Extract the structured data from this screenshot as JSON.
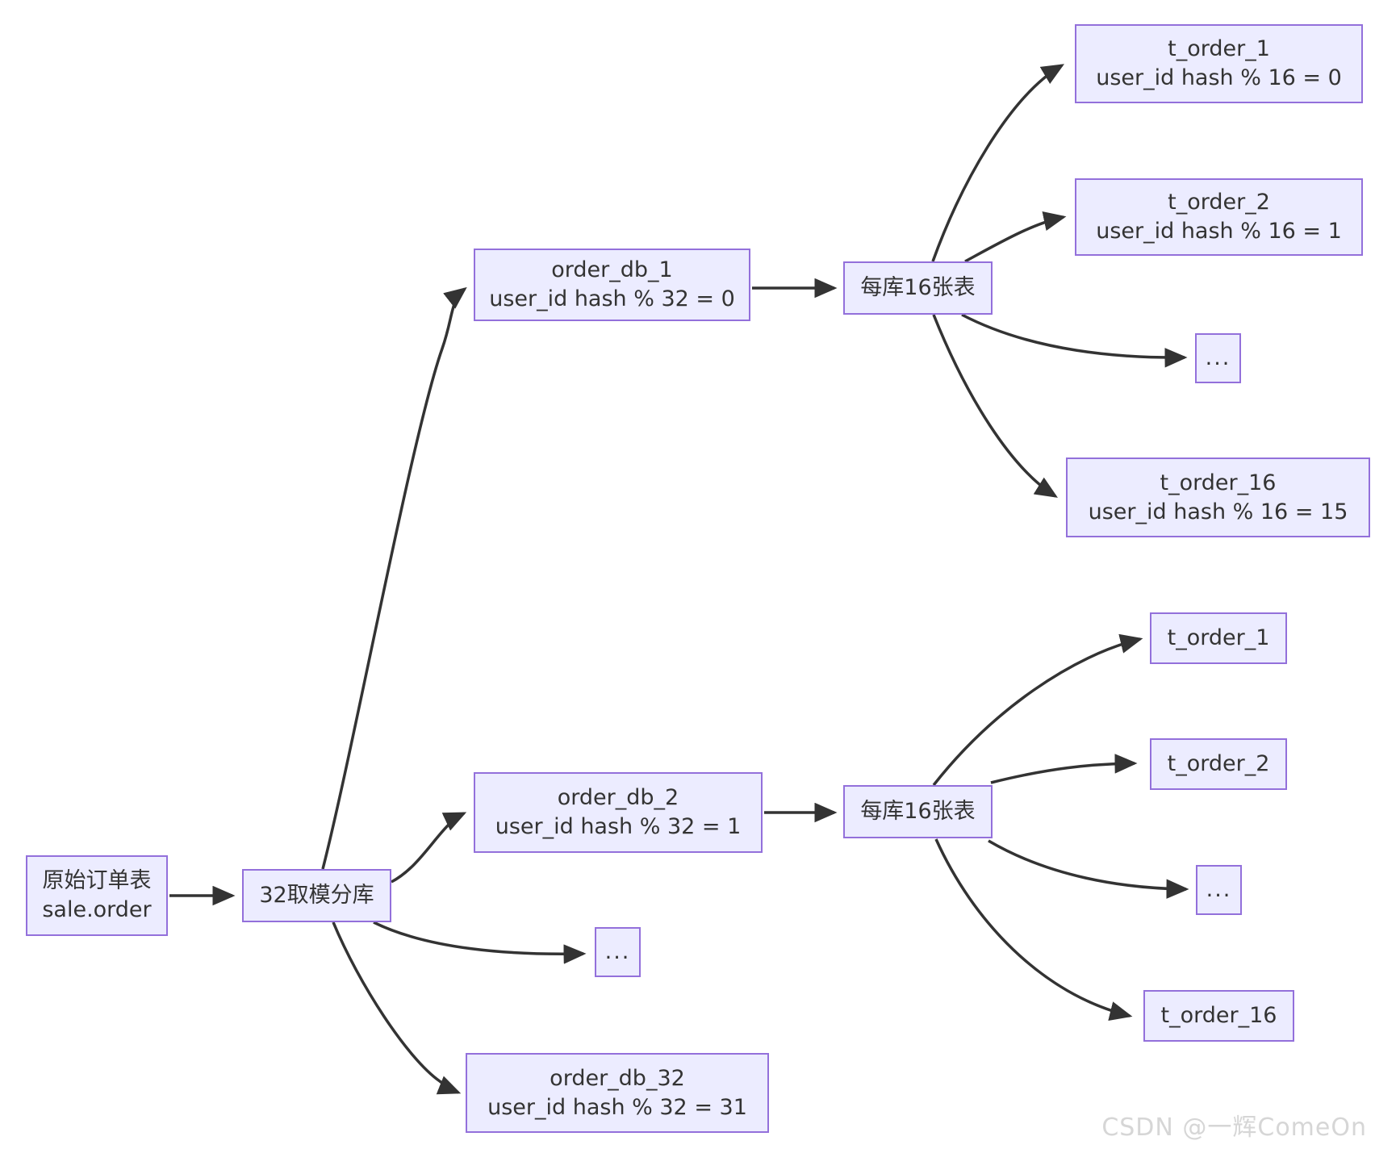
{
  "diagram": {
    "type": "flowchart",
    "direction": "left-to-right",
    "watermark": "CSDN @一辉ComeOn",
    "colors": {
      "background": "#FFFFFF",
      "node_fill": "#ECECFF",
      "node_border": "#9370DB",
      "node_text": "#333333",
      "edge_color": "#333333",
      "watermark_color": "#D6D6D6"
    },
    "nodes": {
      "source": {
        "line1": "原始订单表",
        "line2": "sale.order"
      },
      "mod": {
        "label": "32取模分库"
      },
      "db1": {
        "line1": "order_db_1",
        "line2": "user_id hash % 32 = 0"
      },
      "db2": {
        "line1": "order_db_2",
        "line2": "user_id hash % 32 = 1"
      },
      "db_ellipsis": {
        "label": "..."
      },
      "db32": {
        "line1": "order_db_32",
        "line2": "user_id hash % 32 = 31"
      },
      "tables1": {
        "label": "每库16张表"
      },
      "tables2": {
        "label": "每库16张表"
      },
      "db1_t1": {
        "line1": "t_order_1",
        "line2": "user_id hash % 16 = 0"
      },
      "db1_t2": {
        "line1": "t_order_2",
        "line2": "user_id hash % 16 = 1"
      },
      "db1_ellipsis": {
        "label": "..."
      },
      "db1_t16": {
        "line1": "t_order_16",
        "line2": "user_id hash % 16 = 15"
      },
      "db2_t1": {
        "label": "t_order_1"
      },
      "db2_t2": {
        "label": "t_order_2"
      },
      "db2_ellipsis": {
        "label": "..."
      },
      "db2_t16": {
        "label": "t_order_16"
      }
    },
    "edges": [
      {
        "from": "source",
        "to": "mod"
      },
      {
        "from": "mod",
        "to": "db1"
      },
      {
        "from": "mod",
        "to": "db2"
      },
      {
        "from": "mod",
        "to": "db_ellipsis"
      },
      {
        "from": "mod",
        "to": "db32"
      },
      {
        "from": "db1",
        "to": "tables1"
      },
      {
        "from": "tables1",
        "to": "db1_t1"
      },
      {
        "from": "tables1",
        "to": "db1_t2"
      },
      {
        "from": "tables1",
        "to": "db1_ellipsis"
      },
      {
        "from": "tables1",
        "to": "db1_t16"
      },
      {
        "from": "db2",
        "to": "tables2"
      },
      {
        "from": "tables2",
        "to": "db2_t1"
      },
      {
        "from": "tables2",
        "to": "db2_t2"
      },
      {
        "from": "tables2",
        "to": "db2_ellipsis"
      },
      {
        "from": "tables2",
        "to": "db2_t16"
      }
    ]
  }
}
